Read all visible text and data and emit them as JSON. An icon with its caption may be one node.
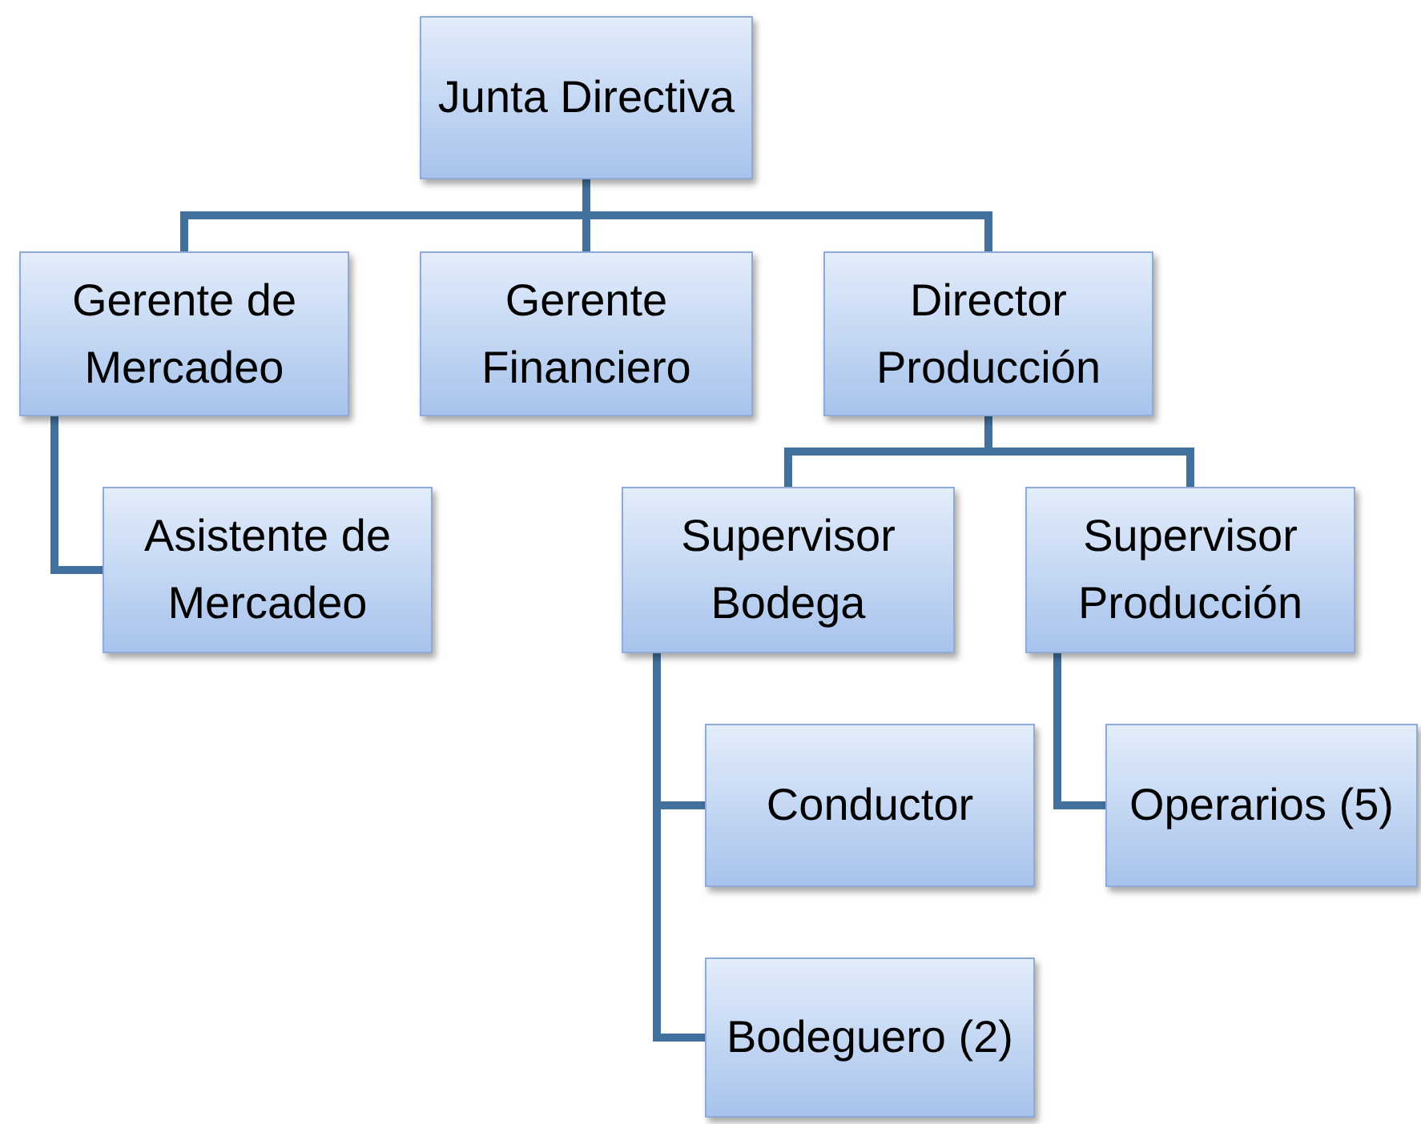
{
  "diagram": {
    "nodes": [
      {
        "text": [
          "Junta Directiva"
        ]
      },
      {
        "text": [
          "Gerente de Mercadeo"
        ]
      },
      {
        "text": [
          "Gerente Financiero"
        ]
      },
      {
        "text": [
          "Director Producción"
        ]
      },
      {
        "text": [
          "Asistente de Mercadeo"
        ]
      },
      {
        "text": [
          "Supervisor Bodega"
        ]
      },
      {
        "text": [
          "Supervisor Producción"
        ]
      },
      {
        "text": [
          "Conductor"
        ]
      },
      {
        "text": [
          "Operarios (5)"
        ]
      },
      {
        "text": [
          "Bodeguero (2)"
        ]
      }
    ],
    "edges": [
      {
        "from": 0,
        "to": 1,
        "arrow": "none"
      },
      {
        "from": 0,
        "to": 2,
        "arrow": "none"
      },
      {
        "from": 0,
        "to": 3,
        "arrow": "none"
      },
      {
        "from": 1,
        "to": 4,
        "arrow": "none"
      },
      {
        "from": 3,
        "to": 5,
        "arrow": "none"
      },
      {
        "from": 3,
        "to": 6,
        "arrow": "none"
      },
      {
        "from": 5,
        "to": 7,
        "arrow": "none"
      },
      {
        "from": 5,
        "to": 9,
        "arrow": "none"
      },
      {
        "from": 6,
        "to": 8,
        "arrow": "none"
      }
    ]
  }
}
